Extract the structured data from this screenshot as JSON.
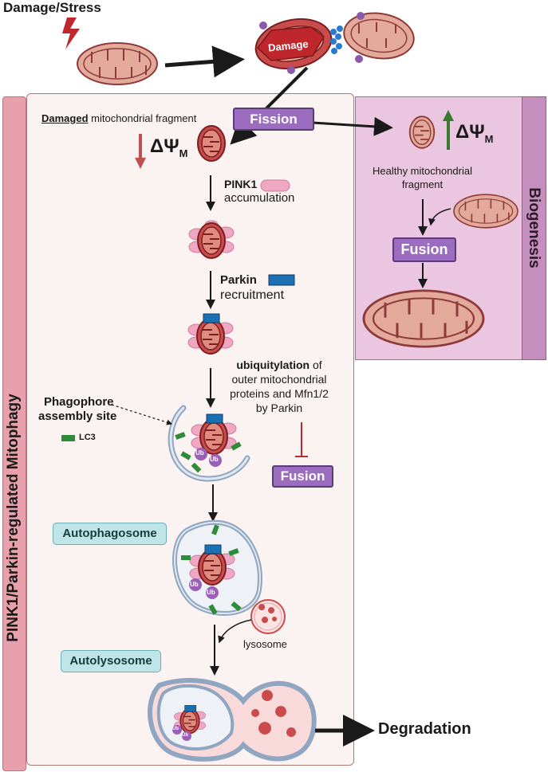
{
  "header": {
    "stress_label": "Damage/Stress",
    "damage_badge": "Damage"
  },
  "fission_label": "Fission",
  "left_panel": {
    "vertical_title": "PINK1/Parkin-regulated Mitophagy",
    "damaged_word": "Damaged",
    "damaged_rest": " mitochondrial fragment",
    "delta_psi": "ΔΨ",
    "delta_psi_sub": "M",
    "pink1_label": "PINK1",
    "pink1_rest": "accumulation",
    "parkin_label": "Parkin",
    "parkin_rest": "recruitment",
    "ubiq_bold": "ubiquitylation",
    "ubiq_of": " of",
    "ubiq_line2": "outer mitochondrial",
    "ubiq_line3": "proteins and Mfn1/2",
    "ubiq_line4": "by Parkin",
    "phagophore_line1": "Phagophore",
    "phagophore_line2": "assembly site",
    "lc3_label": "LC3",
    "ub_label": "Ub",
    "fusion_blocked": "Fusion",
    "autophagosome_label": "Autophagosome",
    "lysosome_label": "lysosome",
    "autolysosome_label": "Autolysosome",
    "degradation_label": "Degradation"
  },
  "right_panel": {
    "vertical_title": "Biogenesis",
    "delta_psi": "ΔΨ",
    "delta_psi_sub": "M",
    "healthy_line1": "Healthy mitochondrial",
    "healthy_line2": "fragment",
    "fusion_label": "Fusion"
  },
  "colors": {
    "left_panel_bg": "#fbf3f1",
    "left_sidebar": "#e8a0ad",
    "right_panel_bg": "#ebc6e0",
    "right_sidebar": "#c48fbc",
    "mito_fill": "#e3a99b",
    "mito_stroke": "#8f3a3a",
    "damaged_mito_fill": "#c94b4b",
    "pink_protein": "#f0a7c3",
    "parkin_blue": "#1b6fb3",
    "lc3_green": "#2e8b3a",
    "ub_purple": "#9b5fb5",
    "fusion_purple": "#9b6cc0",
    "teal_label": "#bfe5e8",
    "inhibit_red": "#c0272d",
    "arrow_down_red": "#c05050",
    "arrow_up_green": "#3a7a2e"
  }
}
